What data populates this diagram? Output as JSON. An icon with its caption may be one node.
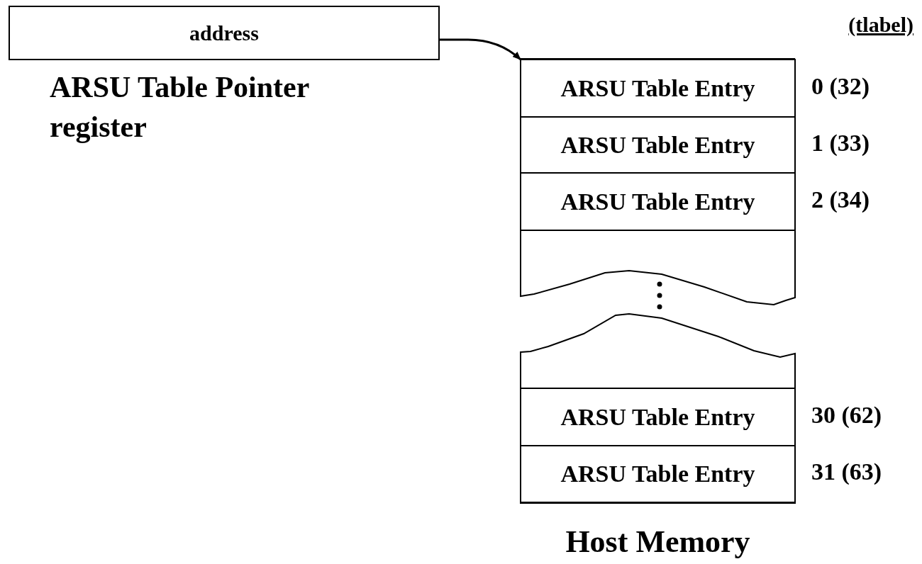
{
  "diagram": {
    "nodes": [
      {
        "text": [
          "address"
        ],
        "beside": [
          "ARSU Table Pointer register"
        ]
      },
      {
        "text": [
          "Host Memory"
        ]
      },
      {
        "text": [
          "ARSU Table Entry"
        ],
        "in": 1,
        "beside": [
          "0 (32)"
        ]
      },
      {
        "text": [
          "ARSU Table Entry"
        ],
        "in": 1,
        "beside": [
          "1 (33)"
        ]
      },
      {
        "text": [
          "ARSU Table Entry"
        ],
        "in": 1,
        "beside": [
          "2 (34)"
        ]
      },
      {
        "text": [
          "ARSU Table Entry"
        ],
        "in": 1,
        "beside": [
          "30 (62)"
        ]
      },
      {
        "text": [
          "ARSU Table Entry"
        ],
        "in": 1,
        "beside": [
          "31 (63)"
        ]
      }
    ],
    "edges": [
      {
        "from": 0,
        "to": 2,
        "arrow": "to"
      }
    ],
    "labels": [
      "(tlabel)"
    ]
  }
}
